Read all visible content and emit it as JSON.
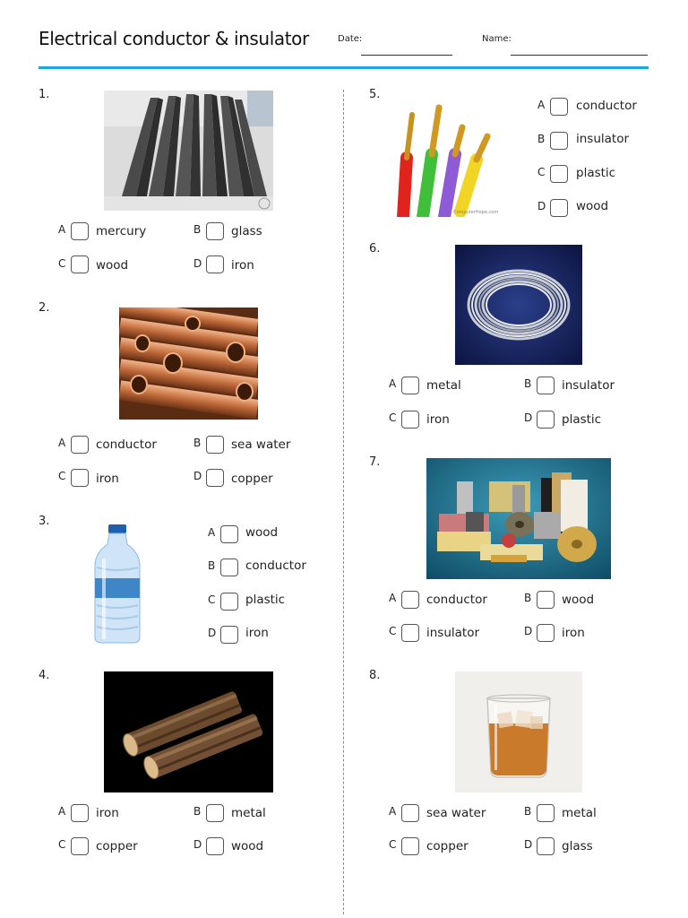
{
  "header": {
    "title": "Electrical conductor & insulator",
    "date_label": "Date:",
    "name_label": "Name:"
  },
  "questions": [
    {
      "number": "1.",
      "image_icon": "steel-angle-bars-photo",
      "options": [
        {
          "letter": "A",
          "text": "mercury"
        },
        {
          "letter": "B",
          "text": "glass"
        },
        {
          "letter": "C",
          "text": "wood"
        },
        {
          "letter": "D",
          "text": "iron"
        }
      ]
    },
    {
      "number": "2.",
      "image_icon": "copper-pipes-photo",
      "options": [
        {
          "letter": "A",
          "text": "conductor"
        },
        {
          "letter": "B",
          "text": "sea water"
        },
        {
          "letter": "C",
          "text": "iron"
        },
        {
          "letter": "D",
          "text": "copper"
        }
      ]
    },
    {
      "number": "3.",
      "image_icon": "plastic-water-bottle-photo",
      "options": [
        {
          "letter": "A",
          "text": "wood"
        },
        {
          "letter": "B",
          "text": "conductor"
        },
        {
          "letter": "C",
          "text": "plastic"
        },
        {
          "letter": "D",
          "text": "iron"
        }
      ]
    },
    {
      "number": "4.",
      "image_icon": "wood-logs-photo",
      "options": [
        {
          "letter": "A",
          "text": "iron"
        },
        {
          "letter": "B",
          "text": "metal"
        },
        {
          "letter": "C",
          "text": "copper"
        },
        {
          "letter": "D",
          "text": "wood"
        }
      ]
    },
    {
      "number": "5.",
      "image_icon": "insulated-wires-photo",
      "image_caption": "ComputerHope.com",
      "options": [
        {
          "letter": "A",
          "text": "conductor"
        },
        {
          "letter": "B",
          "text": "insulator"
        },
        {
          "letter": "C",
          "text": "plastic"
        },
        {
          "letter": "D",
          "text": "wood"
        }
      ]
    },
    {
      "number": "6.",
      "image_icon": "wire-coil-photo",
      "options": [
        {
          "letter": "A",
          "text": "metal"
        },
        {
          "letter": "B",
          "text": "insulator"
        },
        {
          "letter": "C",
          "text": "iron"
        },
        {
          "letter": "D",
          "text": "plastic"
        }
      ]
    },
    {
      "number": "7.",
      "image_icon": "insulation-materials-photo",
      "options": [
        {
          "letter": "A",
          "text": "conductor"
        },
        {
          "letter": "B",
          "text": "wood"
        },
        {
          "letter": "C",
          "text": "insulator"
        },
        {
          "letter": "D",
          "text": "iron"
        }
      ]
    },
    {
      "number": "8.",
      "image_icon": "glass-tumbler-photo",
      "options": [
        {
          "letter": "A",
          "text": "sea water"
        },
        {
          "letter": "B",
          "text": "metal"
        },
        {
          "letter": "C",
          "text": "copper"
        },
        {
          "letter": "D",
          "text": "glass"
        }
      ]
    }
  ],
  "colors": {
    "accent": "#1aa7e1"
  }
}
